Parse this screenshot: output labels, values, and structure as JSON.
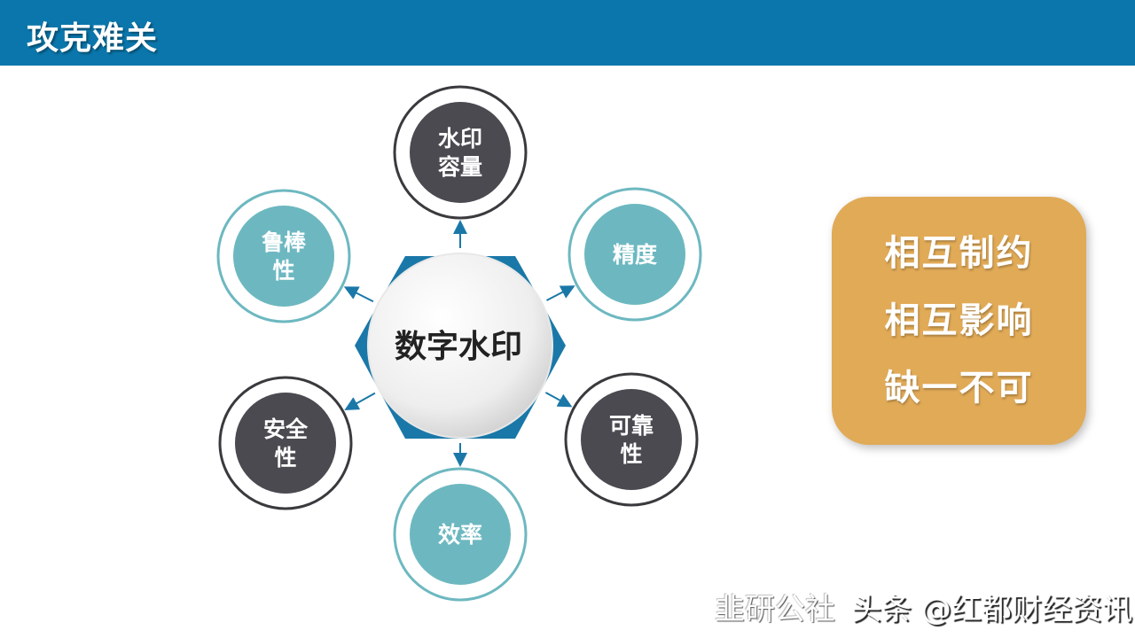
{
  "header": {
    "title": "攻克难关"
  },
  "diagram": {
    "center": "数字水印",
    "nodes": [
      {
        "lines": [
          "水印",
          "容量"
        ],
        "style": "dark"
      },
      {
        "lines": [
          "鲁棒",
          "性"
        ],
        "style": "teal"
      },
      {
        "lines": [
          "精度"
        ],
        "style": "teal"
      },
      {
        "lines": [
          "安全",
          "性"
        ],
        "style": "dark"
      },
      {
        "lines": [
          "可靠",
          "性"
        ],
        "style": "dark"
      },
      {
        "lines": [
          "效率"
        ],
        "style": "teal"
      }
    ]
  },
  "summary": {
    "lines": [
      "相互制约",
      "相互影响",
      "缺一不可"
    ]
  },
  "watermarks": [
    "韭研公社",
    "头条 @红都财经资讯"
  ],
  "colors": {
    "header": "#0b76ab",
    "dark": "#4a4a50",
    "teal": "#6db8c0",
    "summary": "#e1aa57",
    "hexagon": "#1a78a8"
  }
}
